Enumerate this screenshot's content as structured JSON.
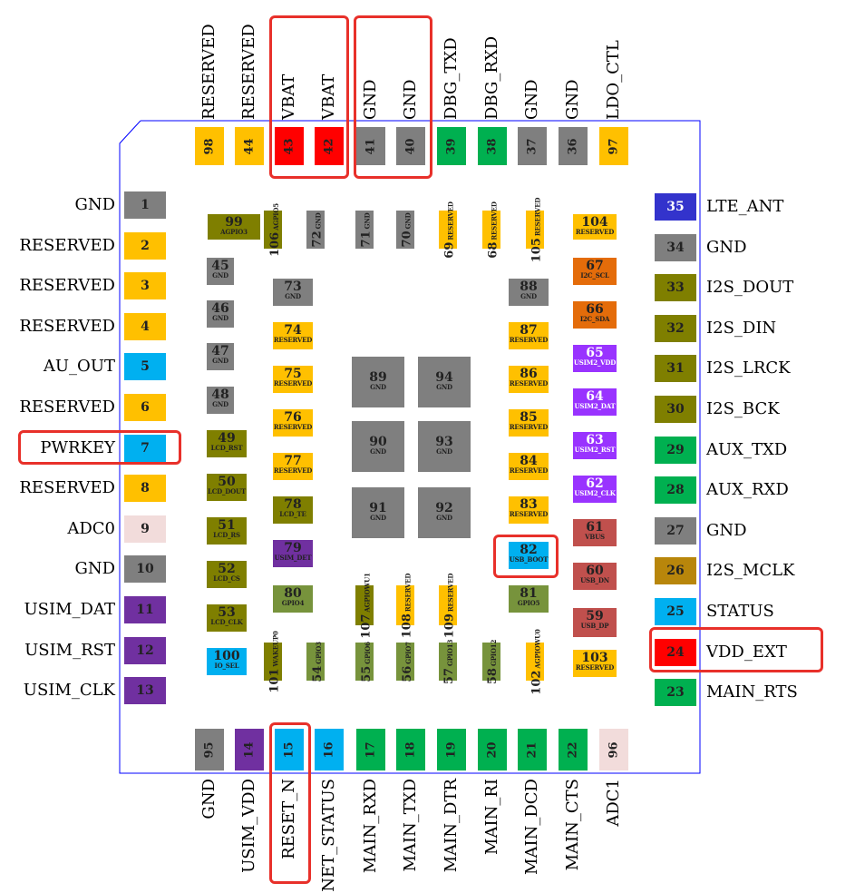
{
  "colors": {
    "gnd": "#7f7f7f",
    "reserved": "#ffc000",
    "power": "#ff0000",
    "uart": "#00b050",
    "blue": "#00b0f0",
    "purple": "#7030a0",
    "olive": "#7f7f00",
    "green_light": "#77933c",
    "pink": "#f2dcdb",
    "navy": "#3333cc",
    "orange": "#e46c0a",
    "violet": "#9933ff",
    "brick": "#c0504d",
    "gold": "#b8860b",
    "highlight": "#e8302a",
    "outline": "#0000ff"
  },
  "top_pins": [
    {
      "num": "98",
      "label": "RESERVED",
      "color": "reserved"
    },
    {
      "num": "44",
      "label": "RESERVED",
      "color": "reserved"
    },
    {
      "num": "43",
      "label": "VBAT",
      "color": "power"
    },
    {
      "num": "42",
      "label": "VBAT",
      "color": "power"
    },
    {
      "num": "41",
      "label": "GND",
      "color": "gnd"
    },
    {
      "num": "40",
      "label": "GND",
      "color": "gnd"
    },
    {
      "num": "39",
      "label": "DBG_TXD",
      "color": "uart"
    },
    {
      "num": "38",
      "label": "DBG_RXD",
      "color": "uart"
    },
    {
      "num": "37",
      "label": "GND",
      "color": "gnd"
    },
    {
      "num": "36",
      "label": "GND",
      "color": "gnd"
    },
    {
      "num": "97",
      "label": "LDO_CTL",
      "color": "reserved"
    }
  ],
  "left_pins": [
    {
      "num": "1",
      "label": "GND",
      "color": "gnd"
    },
    {
      "num": "2",
      "label": "RESERVED",
      "color": "reserved"
    },
    {
      "num": "3",
      "label": "RESERVED",
      "color": "reserved"
    },
    {
      "num": "4",
      "label": "RESERVED",
      "color": "reserved"
    },
    {
      "num": "5",
      "label": "AU_OUT",
      "color": "blue"
    },
    {
      "num": "6",
      "label": "RESERVED",
      "color": "reserved"
    },
    {
      "num": "7",
      "label": "PWRKEY",
      "color": "blue"
    },
    {
      "num": "8",
      "label": "RESERVED",
      "color": "reserved"
    },
    {
      "num": "9",
      "label": "ADC0",
      "color": "pink"
    },
    {
      "num": "10",
      "label": "GND",
      "color": "gnd"
    },
    {
      "num": "11",
      "label": "USIM_DAT",
      "color": "purple"
    },
    {
      "num": "12",
      "label": "USIM_RST",
      "color": "purple"
    },
    {
      "num": "13",
      "label": "USIM_CLK",
      "color": "purple"
    }
  ],
  "right_pins": [
    {
      "num": "35",
      "label": "LTE_ANT",
      "color": "navy"
    },
    {
      "num": "34",
      "label": "GND",
      "color": "gnd"
    },
    {
      "num": "33",
      "label": "I2S_DOUT",
      "color": "olive"
    },
    {
      "num": "32",
      "label": "I2S_DIN",
      "color": "olive"
    },
    {
      "num": "31",
      "label": "I2S_LRCK",
      "color": "olive"
    },
    {
      "num": "30",
      "label": "I2S_BCK",
      "color": "olive"
    },
    {
      "num": "29",
      "label": "AUX_TXD",
      "color": "uart"
    },
    {
      "num": "28",
      "label": "AUX_RXD",
      "color": "uart"
    },
    {
      "num": "27",
      "label": "GND",
      "color": "gnd"
    },
    {
      "num": "26",
      "label": "I2S_MCLK",
      "color": "gold"
    },
    {
      "num": "25",
      "label": "STATUS",
      "color": "blue"
    },
    {
      "num": "24",
      "label": "VDD_EXT",
      "color": "power"
    },
    {
      "num": "23",
      "label": "MAIN_RTS",
      "color": "uart"
    }
  ],
  "bottom_pins": [
    {
      "num": "95",
      "label": "GND",
      "color": "gnd"
    },
    {
      "num": "14",
      "label": "USIM_VDD",
      "color": "purple"
    },
    {
      "num": "15",
      "label": "RESET_N",
      "color": "blue"
    },
    {
      "num": "16",
      "label": "NET_STATUS",
      "color": "blue"
    },
    {
      "num": "17",
      "label": "MAIN_RXD",
      "color": "uart"
    },
    {
      "num": "18",
      "label": "MAIN_TXD",
      "color": "uart"
    },
    {
      "num": "19",
      "label": "MAIN_DTR",
      "color": "uart"
    },
    {
      "num": "20",
      "label": "MAIN_RI",
      "color": "uart"
    },
    {
      "num": "21",
      "label": "MAIN_DCD",
      "color": "uart"
    },
    {
      "num": "22",
      "label": "MAIN_CTS",
      "color": "uart"
    },
    {
      "num": "96",
      "label": "ADC1",
      "color": "pink"
    }
  ],
  "inner_pads": [
    {
      "num": "99",
      "sub": "AGPIO3",
      "color": "olive"
    },
    {
      "num": "106",
      "sub": "AGPIO5",
      "color": "olive",
      "vertical": true
    },
    {
      "num": "72",
      "sub": "GND",
      "color": "gnd",
      "vertical": true
    },
    {
      "num": "71",
      "sub": "GND",
      "color": "gnd",
      "vertical": true
    },
    {
      "num": "70",
      "sub": "GND",
      "color": "gnd",
      "vertical": true
    },
    {
      "num": "69",
      "sub": "RESERVED",
      "color": "reserved",
      "vertical": true
    },
    {
      "num": "68",
      "sub": "RESERVED",
      "color": "reserved",
      "vertical": true
    },
    {
      "num": "105",
      "sub": "RESERVED",
      "color": "reserved",
      "vertical": true
    },
    {
      "num": "104",
      "sub": "RESERVED",
      "color": "reserved"
    },
    {
      "num": "45",
      "sub": "GND",
      "color": "gnd"
    },
    {
      "num": "46",
      "sub": "GND",
      "color": "gnd"
    },
    {
      "num": "47",
      "sub": "GND",
      "color": "gnd"
    },
    {
      "num": "48",
      "sub": "GND",
      "color": "gnd"
    },
    {
      "num": "49",
      "sub": "LCD_RST",
      "color": "olive"
    },
    {
      "num": "50",
      "sub": "LCD_DOUT",
      "color": "olive"
    },
    {
      "num": "51",
      "sub": "LCD_RS",
      "color": "olive"
    },
    {
      "num": "52",
      "sub": "LCD_CS",
      "color": "olive"
    },
    {
      "num": "53",
      "sub": "LCD_CLK",
      "color": "olive"
    },
    {
      "num": "100",
      "sub": "IO_SEL",
      "color": "blue"
    },
    {
      "num": "73",
      "sub": "GND",
      "color": "gnd"
    },
    {
      "num": "74",
      "sub": "RESERVED",
      "color": "reserved"
    },
    {
      "num": "75",
      "sub": "RESERVED",
      "color": "reserved"
    },
    {
      "num": "76",
      "sub": "RESERVED",
      "color": "reserved"
    },
    {
      "num": "77",
      "sub": "RESERVED",
      "color": "reserved"
    },
    {
      "num": "78",
      "sub": "LCD_TE",
      "color": "olive"
    },
    {
      "num": "79",
      "sub": "USIM_DET",
      "color": "purple"
    },
    {
      "num": "80",
      "sub": "GPIO4",
      "color": "green_light"
    },
    {
      "num": "89",
      "sub": "GND",
      "color": "gnd"
    },
    {
      "num": "94",
      "sub": "GND",
      "color": "gnd"
    },
    {
      "num": "90",
      "sub": "GND",
      "color": "gnd"
    },
    {
      "num": "93",
      "sub": "GND",
      "color": "gnd"
    },
    {
      "num": "91",
      "sub": "GND",
      "color": "gnd"
    },
    {
      "num": "92",
      "sub": "GND",
      "color": "gnd"
    },
    {
      "num": "88",
      "sub": "GND",
      "color": "gnd"
    },
    {
      "num": "87",
      "sub": "RESERVED",
      "color": "reserved"
    },
    {
      "num": "86",
      "sub": "RESERVED",
      "color": "reserved"
    },
    {
      "num": "85",
      "sub": "RESERVED",
      "color": "reserved"
    },
    {
      "num": "84",
      "sub": "RESERVED",
      "color": "reserved"
    },
    {
      "num": "83",
      "sub": "RESERVED",
      "color": "reserved"
    },
    {
      "num": "82",
      "sub": "USB_BOOT",
      "color": "blue"
    },
    {
      "num": "81",
      "sub": "GPIO5",
      "color": "green_light"
    },
    {
      "num": "67",
      "sub": "I2C_SCL",
      "color": "orange"
    },
    {
      "num": "66",
      "sub": "I2C_SDA",
      "color": "orange"
    },
    {
      "num": "65",
      "sub": "USIM2_VDD",
      "color": "violet"
    },
    {
      "num": "64",
      "sub": "USIM2_DAT",
      "color": "violet"
    },
    {
      "num": "63",
      "sub": "USIM2_RST",
      "color": "violet"
    },
    {
      "num": "62",
      "sub": "USIM2_CLK",
      "color": "violet"
    },
    {
      "num": "61",
      "sub": "VBUS",
      "color": "brick"
    },
    {
      "num": "60",
      "sub": "USB_DN",
      "color": "brick"
    },
    {
      "num": "59",
      "sub": "USB_DP",
      "color": "brick"
    },
    {
      "num": "103",
      "sub": "RESERVED",
      "color": "reserved"
    },
    {
      "num": "101",
      "sub": "WAKEUP0",
      "color": "olive",
      "vertical": true
    },
    {
      "num": "54",
      "sub": "GPIO3",
      "color": "green_light",
      "vertical": true
    },
    {
      "num": "107",
      "sub": "AGPIOWU1",
      "color": "olive",
      "vertical": true
    },
    {
      "num": "108",
      "sub": "RESERVED",
      "color": "reserved",
      "vertical": true
    },
    {
      "num": "109",
      "sub": "RESERVED",
      "color": "reserved",
      "vertical": true
    },
    {
      "num": "55",
      "sub": "GPIO6",
      "color": "green_light",
      "vertical": true
    },
    {
      "num": "56",
      "sub": "GPIO7",
      "color": "green_light",
      "vertical": true
    },
    {
      "num": "57",
      "sub": "GPIO13",
      "color": "green_light",
      "vertical": true
    },
    {
      "num": "58",
      "sub": "GPIO12",
      "color": "green_light",
      "vertical": true
    },
    {
      "num": "102",
      "sub": "AGPIOWU0",
      "color": "reserved",
      "vertical": true
    }
  ]
}
